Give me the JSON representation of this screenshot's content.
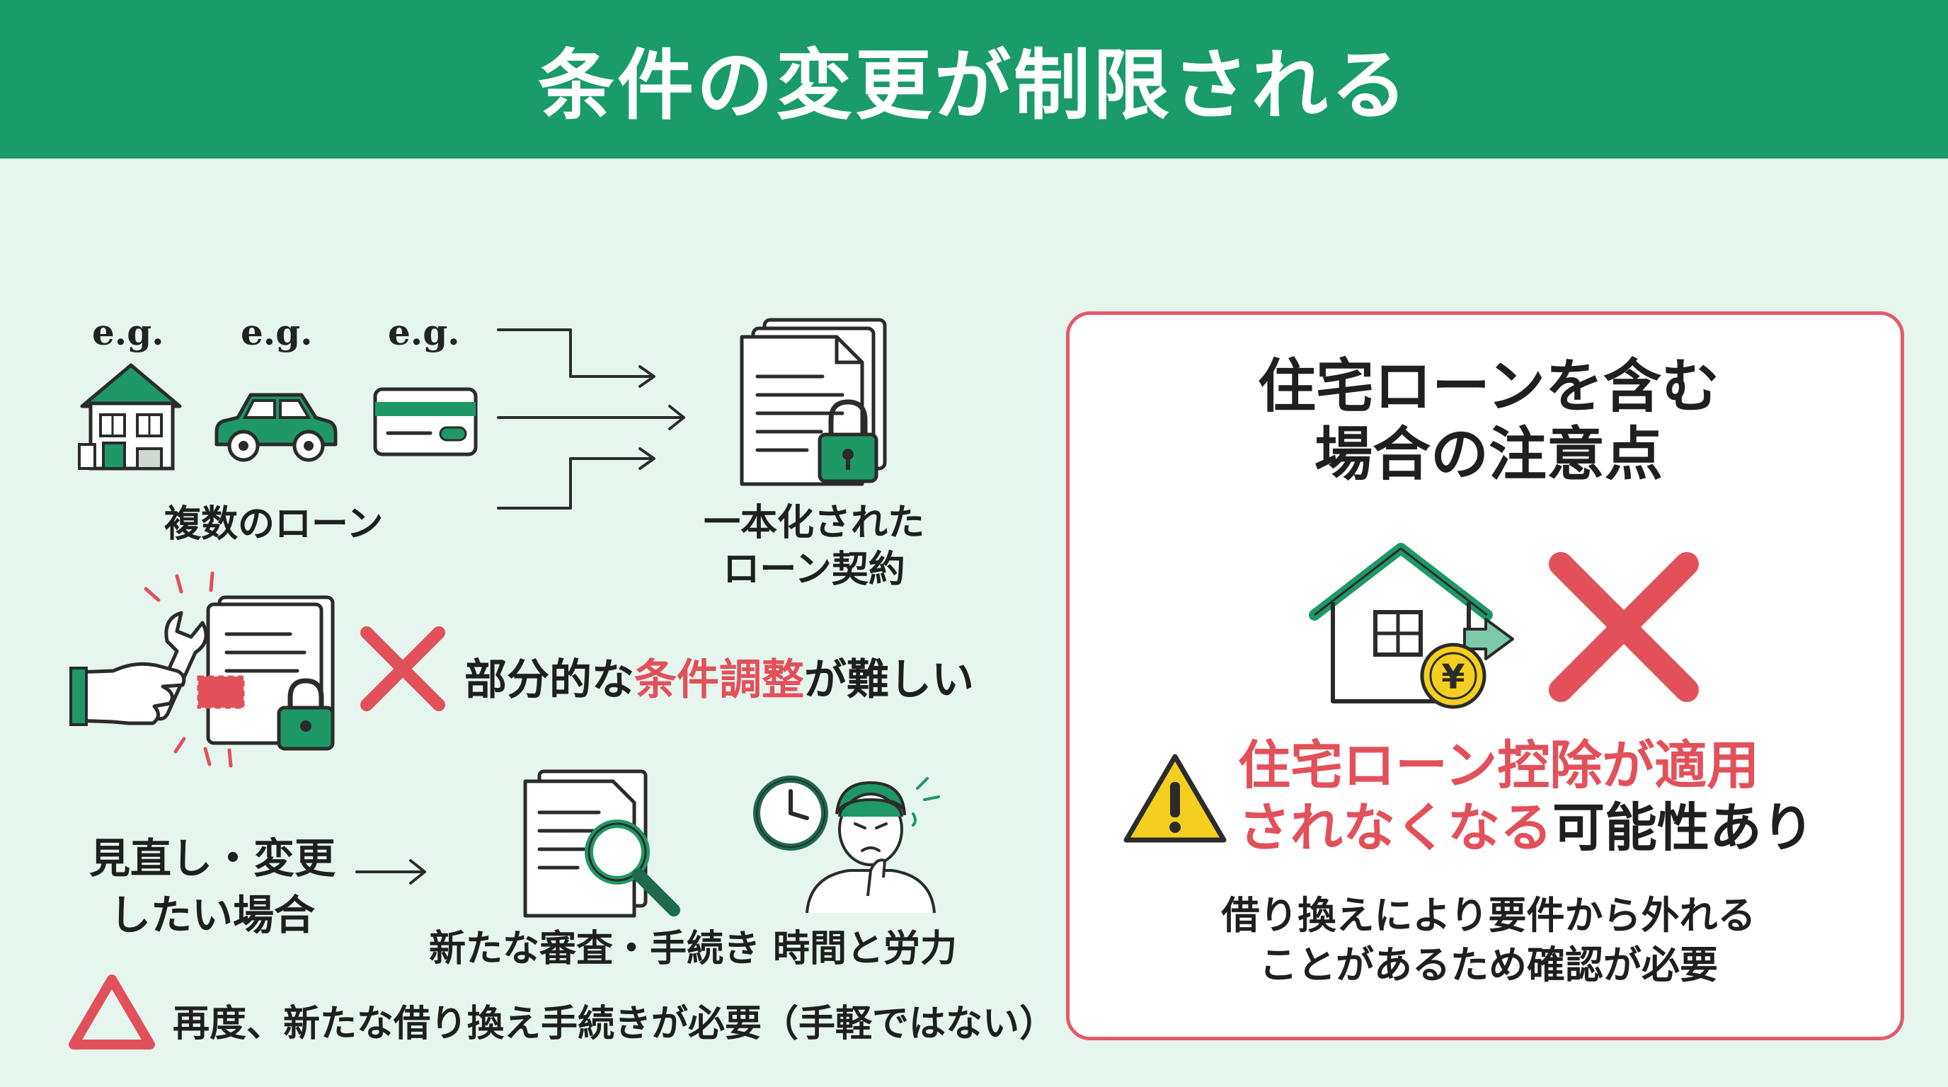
{
  "header": {
    "title": "条件の変更が制限される"
  },
  "left": {
    "eg_labels": [
      "e.g.",
      "e.g.",
      "e.g."
    ],
    "icons": [
      "house-icon",
      "car-icon",
      "credit-card-icon",
      "locked-document-stack-icon",
      "wrench-hand-icon",
      "locked-contract-icon",
      "red-x-icon",
      "document-magnifier-icon",
      "clock-icon",
      "worried-person-icon",
      "triangle-icon"
    ],
    "multiple_loans": "複数のローン",
    "unified_contract_line1": "一本化された",
    "unified_contract_line2": "ローン契約",
    "adjust_prefix": "部分的な",
    "adjust_highlight": "条件調整",
    "adjust_suffix": "が難しい",
    "review_line1": "見直し・変更",
    "review_line2": "したい場合",
    "new_screening": "新たな審査・手続き",
    "time_effort": "時間と労力",
    "triangle_note": "再度、新たな借り換え手続きが必要（手軽ではない）"
  },
  "notice": {
    "title_line1": "住宅ローンを含む",
    "title_line2": "場合の注意点",
    "warn_red_line1": "住宅ローン控除が適用",
    "warn_red_line2": "されなくなる",
    "warn_black_line2": "可能性あり",
    "note_line1": "借り換えにより要件から外れる",
    "note_line2": "ことがあるため確認が必要",
    "yen_symbol": "¥"
  },
  "colors": {
    "banner": "#199b6a",
    "accent_green": "#1e9866",
    "dark_green": "#1d6a4c",
    "red": "#e2505a",
    "background": "#e6f6ee",
    "warning_yellow": "#f5cf20"
  }
}
